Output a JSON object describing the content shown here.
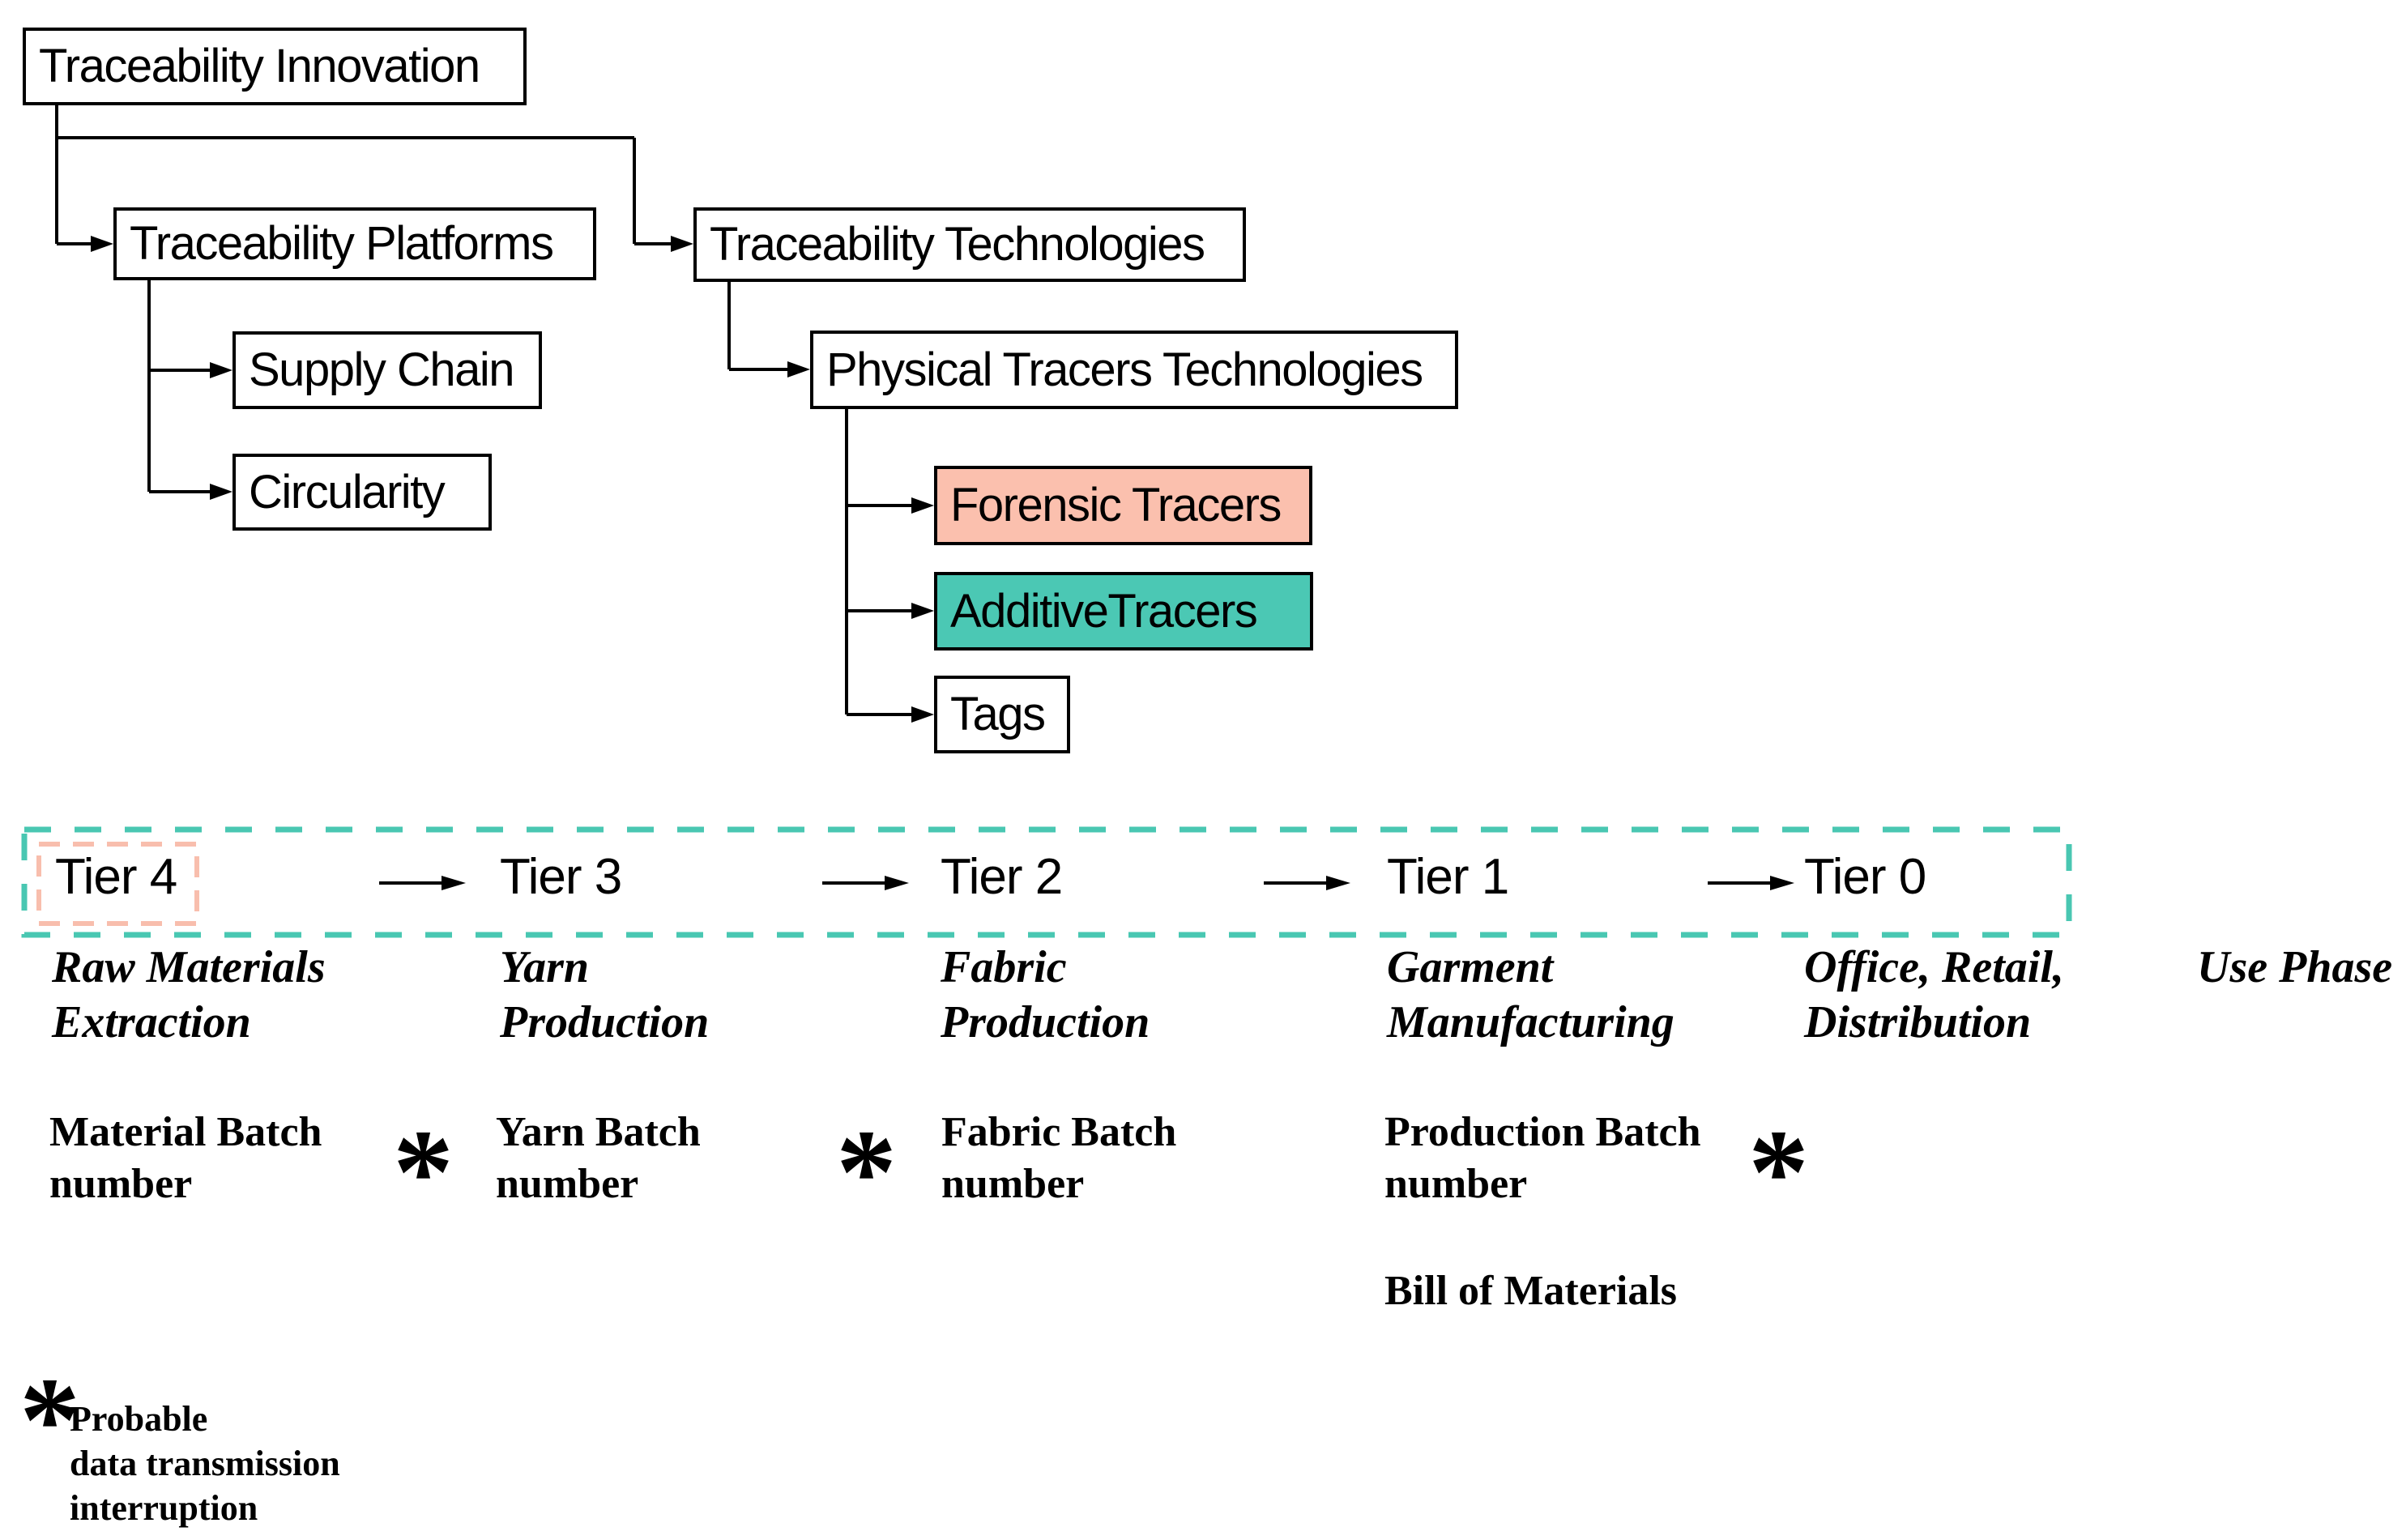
{
  "hierarchy": {
    "root": "Traceability Innovation",
    "platforms": {
      "label": "Traceability Platforms",
      "supply_chain": "Supply Chain",
      "circularity": "Circularity"
    },
    "technologies": {
      "label": "Traceability Technologies",
      "physical_tracers": "Physical Tracers Technologies",
      "forensic": "Forensic Tracers",
      "additive": "AdditiveTracers",
      "tags": "Tags"
    }
  },
  "tier_flow": {
    "tiers": [
      {
        "label": "Tier 4",
        "stage": "Raw Materials\nExtraction",
        "record": "Material Batch\nnumber",
        "interruption_after": true
      },
      {
        "label": "Tier 3",
        "stage": "Yarn\nProduction",
        "record": "Yarn Batch\nnumber",
        "interruption_after": true
      },
      {
        "label": "Tier 2",
        "stage": "Fabric\nProduction",
        "record": "Fabric Batch\nnumber",
        "interruption_after": false
      },
      {
        "label": "Tier 1",
        "stage": "Garment\nManufacturing",
        "record": "Production Batch\nnumber",
        "record_extra": "Bill of Materials",
        "interruption_after": true
      },
      {
        "label": "Tier 0",
        "stage": "Office, Retail,\nDistribution",
        "record": "",
        "interruption_after": false
      }
    ],
    "use_phase": "Use Phase",
    "asterisk_symbol": "*"
  },
  "legend": {
    "marker": "*",
    "note": "Probable\ndata transmission\ninterruption"
  },
  "colors": {
    "forensic_fill": "#FBC0AE",
    "additive_fill": "#4BC8B4",
    "flow_dash_teal": "#49C7B2",
    "tier4_dash_pink": "#F8BEAD",
    "line": "#000000"
  }
}
